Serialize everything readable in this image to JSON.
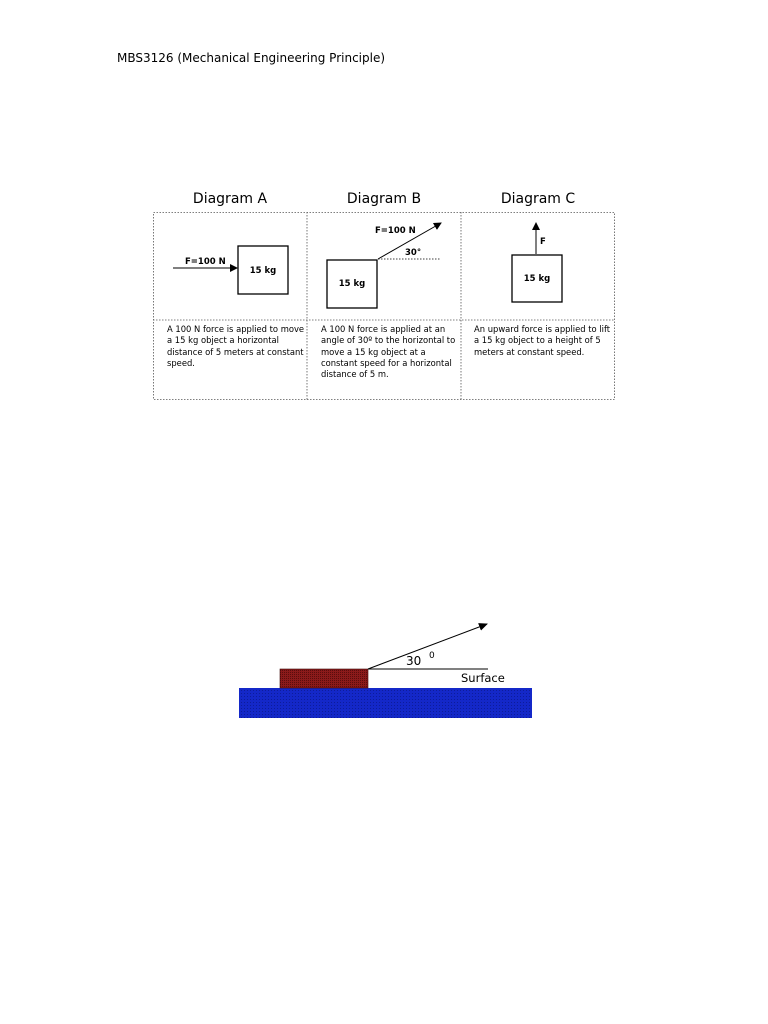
{
  "document": {
    "header": "MBS3126 (Mechanical Engineering Principle)"
  },
  "diagrams": [
    {
      "title": "Diagram A",
      "force_label": "F=100 N",
      "mass_label": "15 kg",
      "description": "A 100 N force is applied to move a 15 kg object a horizontal distance of 5 meters at constant speed."
    },
    {
      "title": "Diagram B",
      "force_label": "F=100 N",
      "angle_label": "30°",
      "mass_label": "15 kg",
      "description": "A 100 N force is applied at an angle of 30º to the horizontal to move a 15 kg object at a constant speed for a horizontal distance of 5 m."
    },
    {
      "title": "Diagram C",
      "force_label": "F",
      "mass_label": "15 kg",
      "description": "An upward force is applied to lift a 15 kg object to a height of 5 meters at constant speed."
    }
  ],
  "surface_diagram": {
    "angle_value": "30",
    "angle_unit": "0",
    "surface_label": "Surface",
    "colors": {
      "block": "#8B1A1A",
      "ground": "#1428C8"
    }
  }
}
